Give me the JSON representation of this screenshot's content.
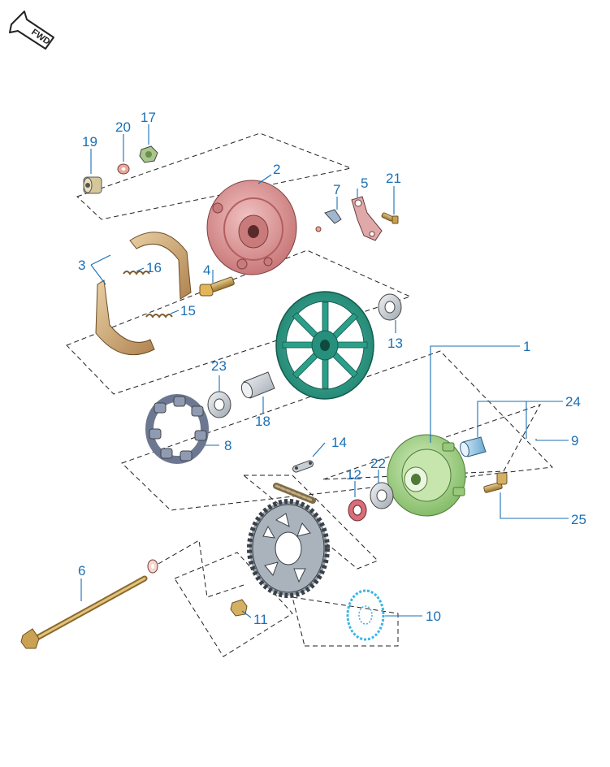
{
  "fwd_badge": {
    "label": "FWD"
  },
  "callouts": [
    {
      "id": "1",
      "label": "1"
    },
    {
      "id": "2",
      "label": "2"
    },
    {
      "id": "3",
      "label": "3"
    },
    {
      "id": "4",
      "label": "4"
    },
    {
      "id": "5",
      "label": "5"
    },
    {
      "id": "6",
      "label": "6"
    },
    {
      "id": "7",
      "label": "7"
    },
    {
      "id": "8",
      "label": "8"
    },
    {
      "id": "9",
      "label": "9"
    },
    {
      "id": "10",
      "label": "10"
    },
    {
      "id": "11",
      "label": "11"
    },
    {
      "id": "12",
      "label": "12"
    },
    {
      "id": "13",
      "label": "13"
    },
    {
      "id": "14",
      "label": "14"
    },
    {
      "id": "15",
      "label": "15"
    },
    {
      "id": "16",
      "label": "16"
    },
    {
      "id": "17",
      "label": "17"
    },
    {
      "id": "18",
      "label": "18"
    },
    {
      "id": "19",
      "label": "19"
    },
    {
      "id": "20",
      "label": "20"
    },
    {
      "id": "21",
      "label": "21"
    },
    {
      "id": "22",
      "label": "22"
    },
    {
      "id": "23",
      "label": "23"
    },
    {
      "id": "24",
      "label": "24"
    },
    {
      "id": "25",
      "label": "25"
    }
  ],
  "colors": {
    "callout": "#1a6fb5",
    "wheel": "#2aa08a",
    "brake_panel": "#d88f8f",
    "brake_shoe": "#c9a26b",
    "hub": "#a8d68a",
    "sprocket": "#9aa3ad",
    "damper": "#8e9bb3",
    "spacer": "#d9dfe4",
    "bolt": "#b38a3a",
    "sprocket_outline": "#3ab5e6"
  }
}
